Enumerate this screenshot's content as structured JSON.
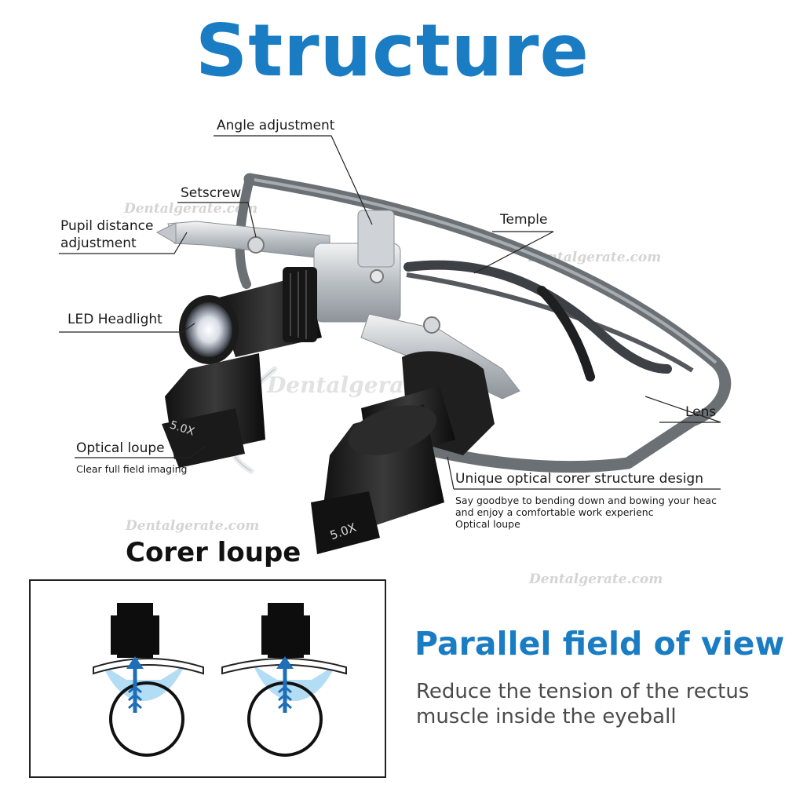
{
  "title": "Structure",
  "labels": {
    "angle_adjustment": "Angle adjustment",
    "setscrew": "Setscrew",
    "pupil_line1": "Pupil distance",
    "pupil_line2": "adjustment",
    "temple": "Temple",
    "led_headlight": "LED Headlight",
    "lens": "Lens",
    "optical_loupe": "Optical loupe",
    "optical_loupe_sub": "Clear full field imaging",
    "unique_design": "Unique optical corer structure design",
    "unique_sub1": "Say goodbye to bending down and bowing your heac",
    "unique_sub2": "and enjoy a comfortable work experienc",
    "unique_sub3": "Optical loupe"
  },
  "magnification_left": "5.0X",
  "magnification_right": "5.0X",
  "corer_loupe": "Corer loupe",
  "parallel": {
    "heading": "Parallel field of view",
    "line1": "Reduce the tension of the rectus",
    "line2": "muscle inside the eyeball"
  },
  "watermark": "Dentalgerate.com",
  "colors": {
    "accent": "#1a7cc2",
    "frame": "#6b7075",
    "metal": "#c9cdd1",
    "view_cone": "#a6d7f2",
    "arrow": "#1e6fb8"
  }
}
